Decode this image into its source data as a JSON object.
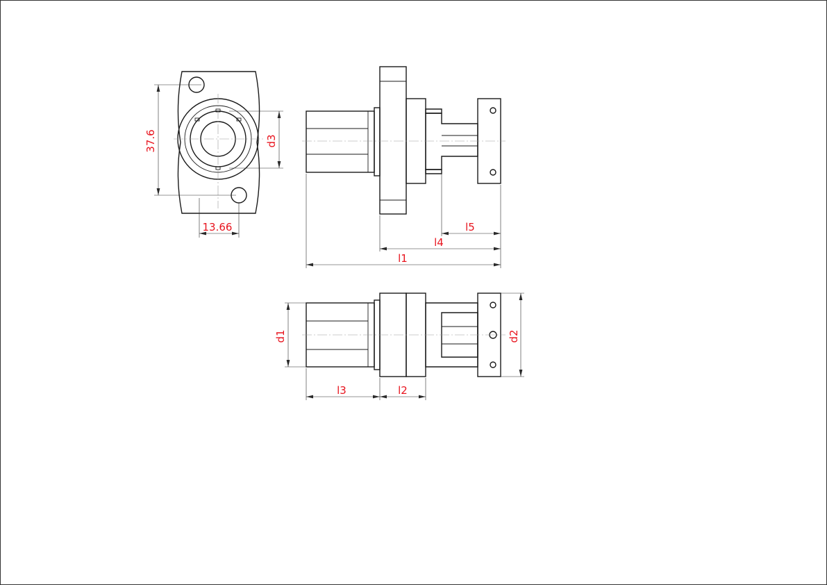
{
  "drawing": {
    "labels": {
      "dim_37_6": "37.6",
      "dim_13_66": "13.66",
      "d3": "d3",
      "l5": "l5",
      "l4": "l4",
      "l1": "l1",
      "d1": "d1",
      "d2": "d2",
      "l3": "l3",
      "l2": "l2"
    },
    "colors": {
      "dimension_text": "#e8141e",
      "part_lines": "#1a1a1a"
    }
  }
}
